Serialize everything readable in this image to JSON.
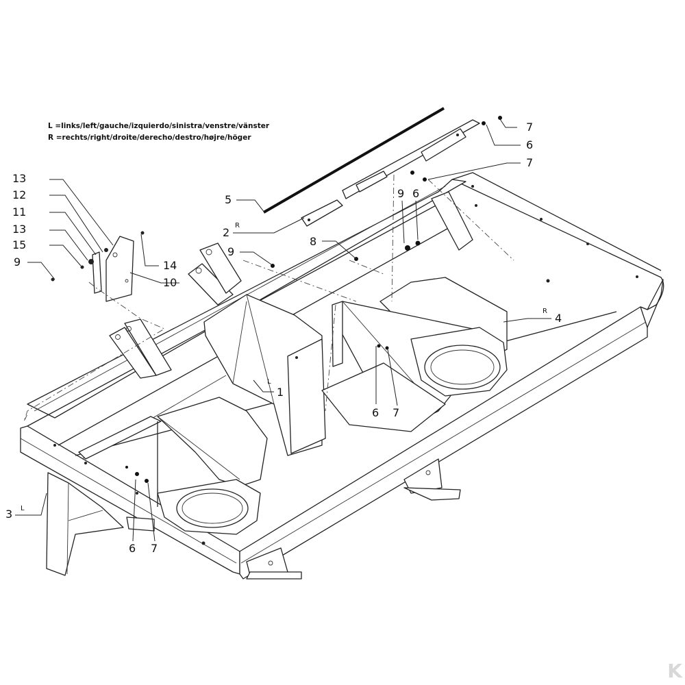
{
  "legend": {
    "left": "L  =links/left/gauche/izquierdo/sinistra/venstre/vänster",
    "right": "R  =rechts/right/droite/derecho/destro/højre/höger"
  },
  "callouts": {
    "c1": "1",
    "c2": "2",
    "c3": "3",
    "c4": "4",
    "c5": "5",
    "c6a": "6",
    "c6b": "6",
    "c6c": "6",
    "c6d": "6",
    "c7a": "7",
    "c7b": "7",
    "c7c": "7",
    "c7d": "7",
    "c8": "8",
    "c9a": "9",
    "c9b": "9",
    "c9c": "9",
    "c10": "10",
    "c11": "11",
    "c12": "12",
    "c13a": "13",
    "c13b": "13",
    "c14": "14",
    "c15": "15"
  },
  "sides": {
    "s1": "L",
    "s2": "R",
    "s3": "L",
    "s4": "R"
  },
  "watermark": "K"
}
